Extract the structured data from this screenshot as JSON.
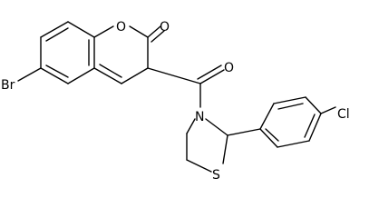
{
  "molecule": {
    "atoms": {
      "br": "Br",
      "o_ring": "O",
      "o_lactone": "O",
      "o_ketone": "O",
      "n": "N",
      "s": "S",
      "cl": "Cl"
    }
  }
}
